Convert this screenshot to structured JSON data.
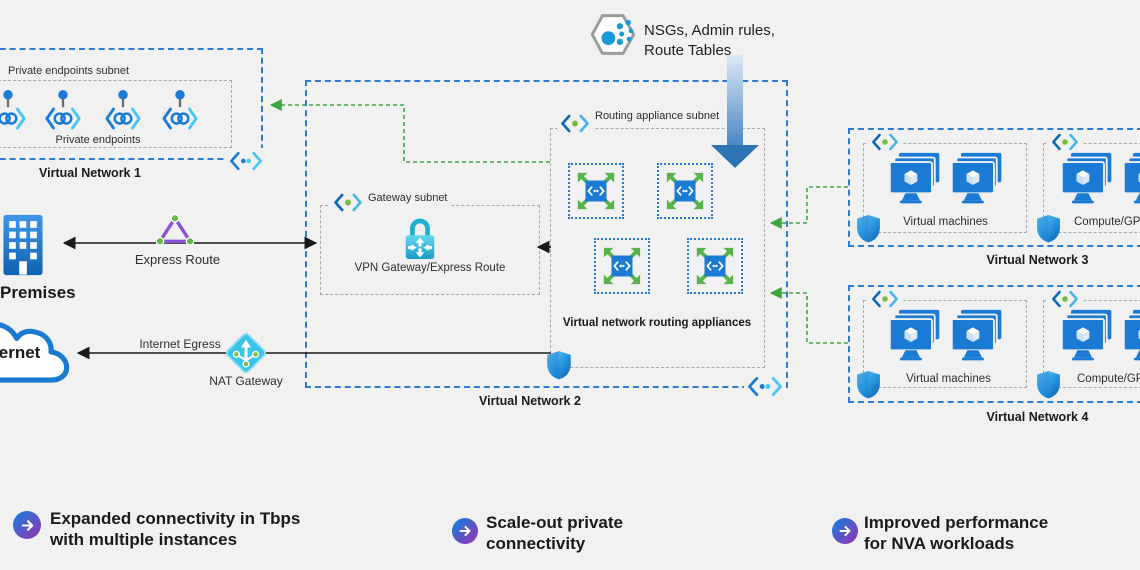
{
  "colors": {
    "background": "#f1f1f2",
    "vnet_border": "#2b7cd3",
    "subnet_border": "#a9a9a9",
    "green_flow": "#3fa63f",
    "black_flow": "#1a1a1a",
    "azure_blue": "#1b7bd4",
    "cyan_accent": "#45c6f4",
    "big_arrow": "#2e74b5",
    "bullet_gradient": [
      "#2176d6",
      "#8f37b5"
    ]
  },
  "icons": {
    "nsg_note": "hexagon-dots-icon",
    "subnet": "subnet-brackets-icon",
    "virtual_network": "virtual-network-brackets-icon",
    "private_endpoint": "private-endpoint-icon",
    "routing_appliance": "routing-appliance-icon",
    "virtual_machine": "vm-monitor-stack-icon",
    "shield": "shield-icon",
    "vpn_gateway": "lock-icon",
    "nat_gateway": "nat-diamond-icon",
    "express_route": "triangle-nodes-icon",
    "premises": "building-icon",
    "internet": "cloud-icon",
    "bullet": "arrow-circle-icon"
  },
  "nsg_note": {
    "text": "NSGs, Admin rules, Route Tables"
  },
  "vnet1": {
    "title": "Virtual Network 1",
    "subnet_title": "Private endpoints subnet",
    "items_label": "Private endpoints"
  },
  "vnet2": {
    "title": "Virtual Network 2",
    "gateway_subnet_title": "Gateway subnet",
    "gateway_label": "VPN Gateway/Express Route",
    "routing_subnet_title": "Routing appliance subnet",
    "routing_label": "Virtual network routing appliances"
  },
  "vnet3": {
    "title": "Virtual Network 3",
    "vm_label": "Virtual machines",
    "compute_label": "Compute/GPU"
  },
  "vnet4": {
    "title": "Virtual Network 4",
    "vm_label": "Virtual machines",
    "compute_label": "Compute/GPU"
  },
  "left_side": {
    "premises_label": "Premises",
    "internet_label": "Internet",
    "express_route_label": "Express Route",
    "internet_egress_label": "Internet Egress",
    "nat_gateway_label": "NAT Gateway"
  },
  "bullets": [
    {
      "text": "Expanded connectivity in Tbps with multiple instances"
    },
    {
      "text": "Scale-out private connectivity"
    },
    {
      "text": "Improved performance for NVA workloads"
    }
  ]
}
